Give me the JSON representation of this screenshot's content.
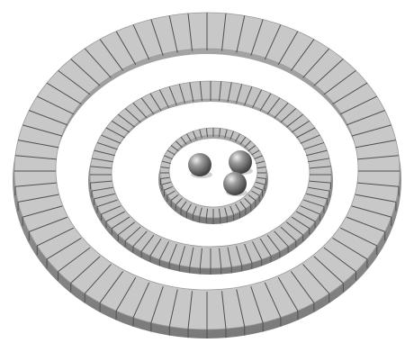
{
  "image": {
    "subject": "concentric-segmented-rings-with-spheres",
    "background_color": "#ffffff"
  },
  "rings": [
    {
      "name": "outer-ring",
      "segment_count": 64,
      "top_color": "#c8c8c8",
      "wall_color": "#8e8e8e",
      "joint_color": "#505050"
    },
    {
      "name": "middle-ring",
      "segment_count": 72,
      "top_color": "#c4c4c4",
      "wall_color": "#8a8a8a",
      "joint_color": "#555555"
    },
    {
      "name": "inner-ring",
      "segment_count": 48,
      "top_color": "#c2c2c2",
      "wall_color": "#8a8a8a",
      "joint_color": "#555555"
    }
  ],
  "spheres": {
    "count": 3,
    "color": "#7a7a7a",
    "highlight_color": "#e6e6e6"
  }
}
